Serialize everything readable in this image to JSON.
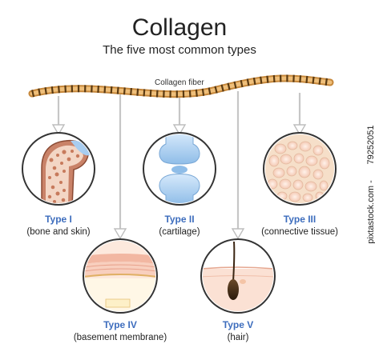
{
  "title": "Collagen",
  "subtitle": "The five most common types",
  "fiber_label": "Collagen fiber",
  "watermark_id": "79252051",
  "watermark_source": "pixtastock.com -",
  "colors": {
    "type_label": "#3d6dbd",
    "fiber_tan": "#e0a45a",
    "fiber_band": "#6b4a1a",
    "bone": "#c27a5e",
    "cartilage": "#a8cdf0",
    "skin_pink": "#f2b7a2",
    "connective": "#f5dcc4"
  },
  "types": [
    {
      "name": "Type I",
      "description": "(bone and skin)",
      "icon": "bone-icon"
    },
    {
      "name": "Type II",
      "description": "(cartilage)",
      "icon": "cartilage-joint-icon"
    },
    {
      "name": "Type III",
      "description": "(connective tissue)",
      "icon": "connective-tissue-icon"
    },
    {
      "name": "Type IV",
      "description": "(basement membrane)",
      "icon": "basement-membrane-icon"
    },
    {
      "name": "Type V",
      "description": "(hair)",
      "icon": "hair-follicle-icon"
    }
  ]
}
